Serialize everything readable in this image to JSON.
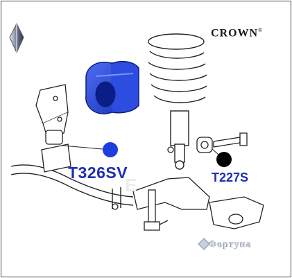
{
  "brand": {
    "name": "CROWN",
    "mark": "®"
  },
  "parts": [
    {
      "number": "T326SV",
      "component": "stabilizer bushing",
      "marker_color": "#1d3fe0"
    },
    {
      "number": "T227S",
      "component": "shock absorber bushing",
      "marker_color": "#000000"
    }
  ],
  "watermark": {
    "site": "Фортуна",
    "logo_icon": "fortuna-diamond-icon",
    "faint_text": "E"
  },
  "colors": {
    "part_blue": "#1e3ed8",
    "line": "#222222",
    "frame": "#444444"
  }
}
